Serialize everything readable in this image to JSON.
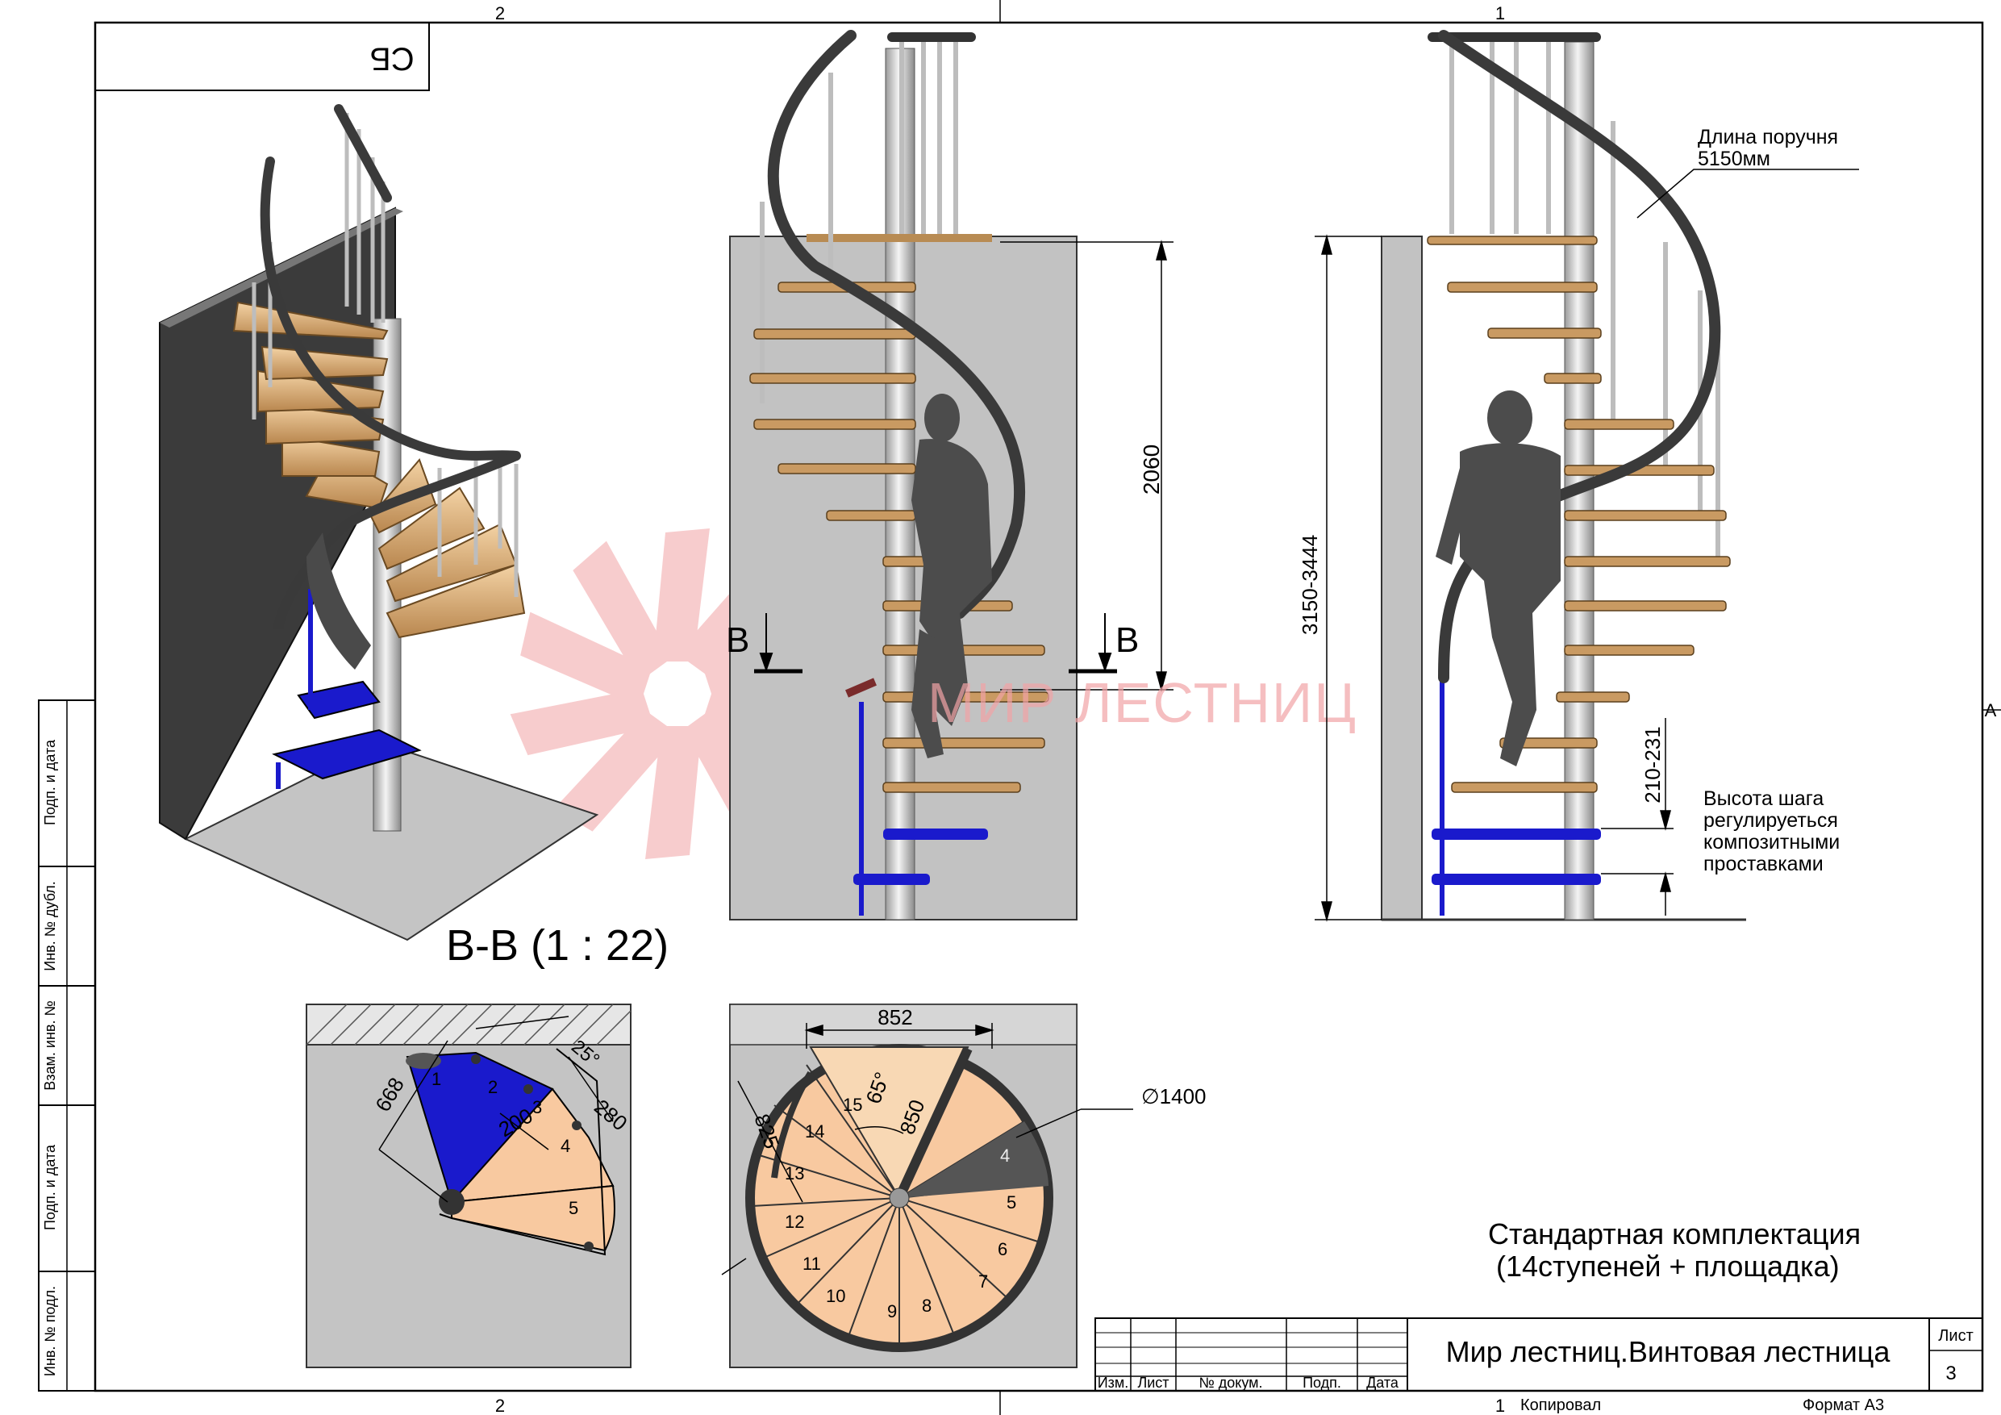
{
  "frame": {
    "zone_top_left": "2",
    "zone_top_right": "1",
    "zone_bottom_left": "2",
    "zone_bottom_right": "1",
    "zone_right": "A",
    "stamp_corner": "СБ",
    "side_labels": [
      "Подп. и дата",
      "Инв. № дубл.",
      "Взам. инв. №",
      "Подп. и дата",
      "Инв. № подл."
    ]
  },
  "section": {
    "label": "B-B (1 : 22)"
  },
  "front_view": {
    "cut_left": "B",
    "cut_right": "B",
    "height_dim": "2060",
    "watermark": "МИР ЛЕСТНИЦ"
  },
  "side_view": {
    "total_height_dim": "3150-3444",
    "step_height_dim": "210-231",
    "handrail_note_line1": "Длина поручня",
    "handrail_note_line2": "5150мм",
    "step_note": [
      "Высота шага",
      "регулируеться",
      "композитными",
      "проставками"
    ]
  },
  "plan_left": {
    "dims": [
      "668",
      "200",
      "25°",
      "280"
    ],
    "step_numbers": [
      "1",
      "2",
      "3",
      "4",
      "5"
    ]
  },
  "plan_right": {
    "dims": [
      "852",
      "825",
      "65°",
      "850"
    ],
    "diameter": "∅1400",
    "step_numbers": [
      "15",
      "14",
      "13",
      "12",
      "11",
      "10",
      "9",
      "8",
      "7",
      "6",
      "5",
      "4"
    ]
  },
  "configuration": {
    "line1": "Стандартная комплектация",
    "line2": "(14ступеней + площадка)"
  },
  "title_block": {
    "title": "Мир лестниц.Винтовая лестница",
    "headers": [
      "Изм.",
      "Лист",
      "№ докум.",
      "Подп.",
      "Дата"
    ],
    "sheet_label": "Лист",
    "sheet_number": "3",
    "copied": "Копировал",
    "format": "Формат А3"
  },
  "colors": {
    "wood": "#d9a066",
    "wood_light": "#f6c99c",
    "metal": "#c7c7c7",
    "dark": "#3a3a3a",
    "blue": "#1a1acc",
    "wall": "#c2c2c2",
    "watermark": "#f2a3a6"
  }
}
